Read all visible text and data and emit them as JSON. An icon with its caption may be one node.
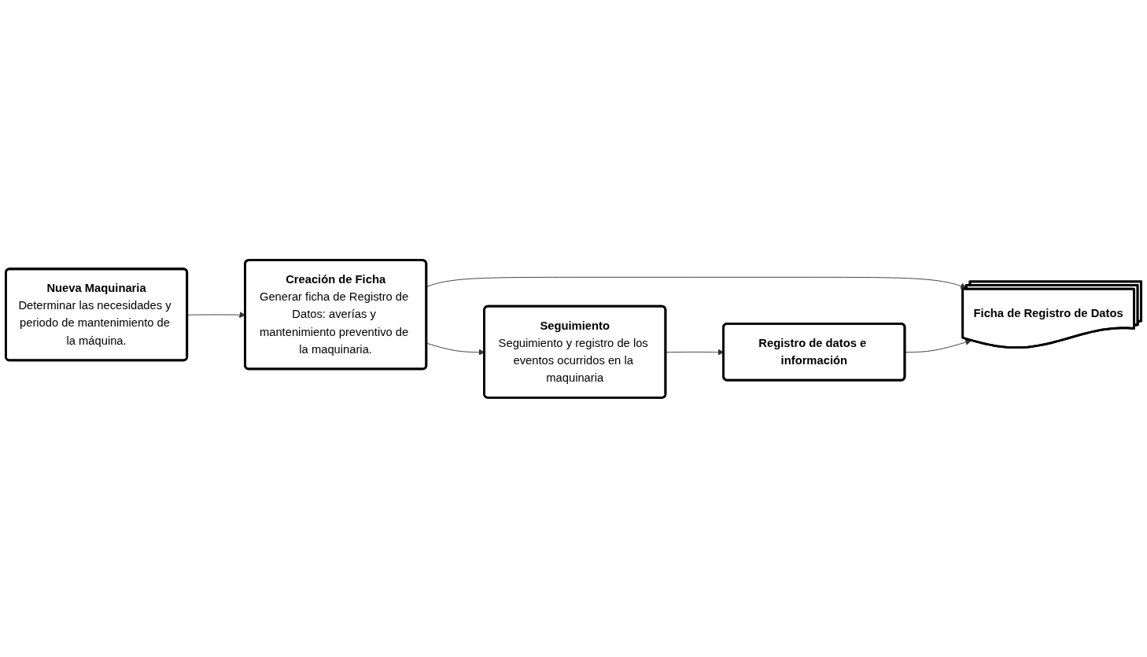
{
  "diagram": {
    "nodes": [
      {
        "text": [
          "Nueva Maquinaria",
          "Determinar las necesidades y periodo de mantenimiento de la máquina."
        ]
      },
      {
        "text": [
          "Creación de Ficha",
          "Generar ficha de Registro de Datos: averías y mantenimiento preventivo de la maquinaria."
        ]
      },
      {
        "text": [
          "Seguimiento",
          "Seguimiento y registro de los eventos ocurridos en la maquinaria"
        ]
      },
      {
        "text": [
          "Ficha de Registro de Datos"
        ]
      },
      {
        "text": [
          "Registro de datos e información"
        ]
      }
    ],
    "edges": [
      {
        "from": 0,
        "to": 1,
        "arrow": "to"
      },
      {
        "from": 1,
        "to": 2,
        "arrow": "to"
      },
      {
        "from": 1,
        "to": 3,
        "arrow": "to"
      },
      {
        "from": 2,
        "to": 4,
        "arrow": "to"
      },
      {
        "from": 4,
        "to": 3,
        "arrow": "to"
      }
    ]
  }
}
